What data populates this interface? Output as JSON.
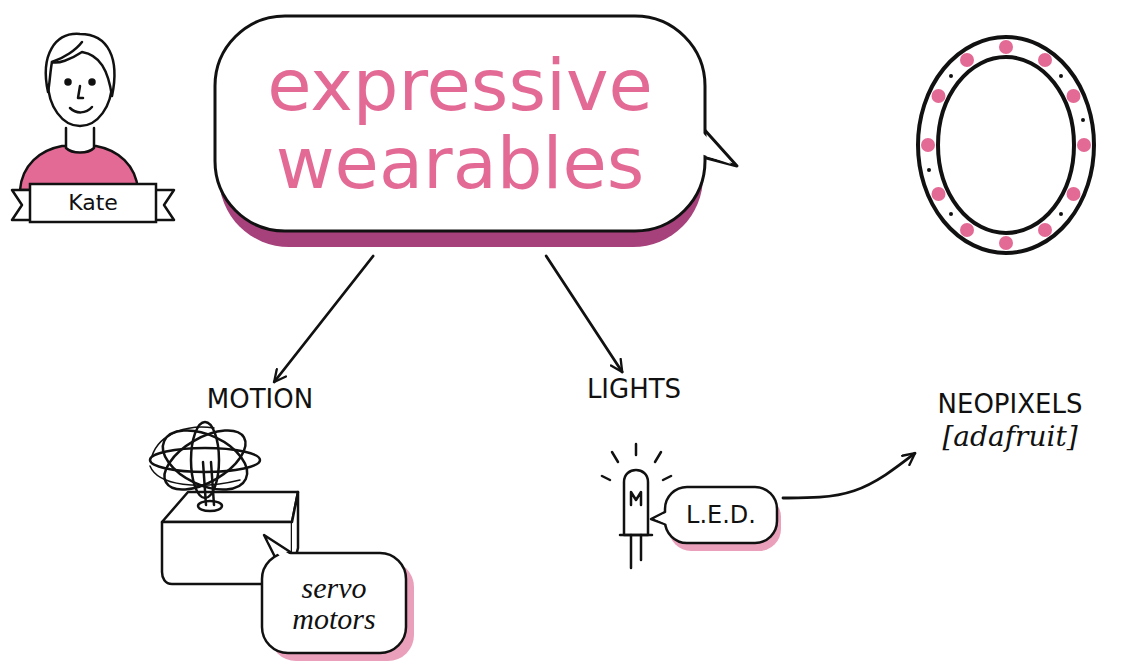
{
  "diagram": {
    "nodes": [
      {
        "text": [
          "Kate"
        ]
      },
      {
        "text": [
          "expressive wearables"
        ]
      },
      {
        "text": [
          "MOTION"
        ]
      },
      {
        "text": [
          "LIGHTS"
        ]
      },
      {
        "text": [
          "NEOPIXELS",
          "[adafruit]"
        ]
      },
      {
        "text": [
          "L.E.D."
        ]
      },
      {
        "text": [
          "servo motors"
        ]
      }
    ],
    "edges": [
      {
        "from": 1,
        "to": 2,
        "arrow": "to"
      },
      {
        "from": 1,
        "to": 3,
        "arrow": "to"
      },
      {
        "from": 5,
        "to": 4,
        "arrow": "to"
      }
    ]
  }
}
